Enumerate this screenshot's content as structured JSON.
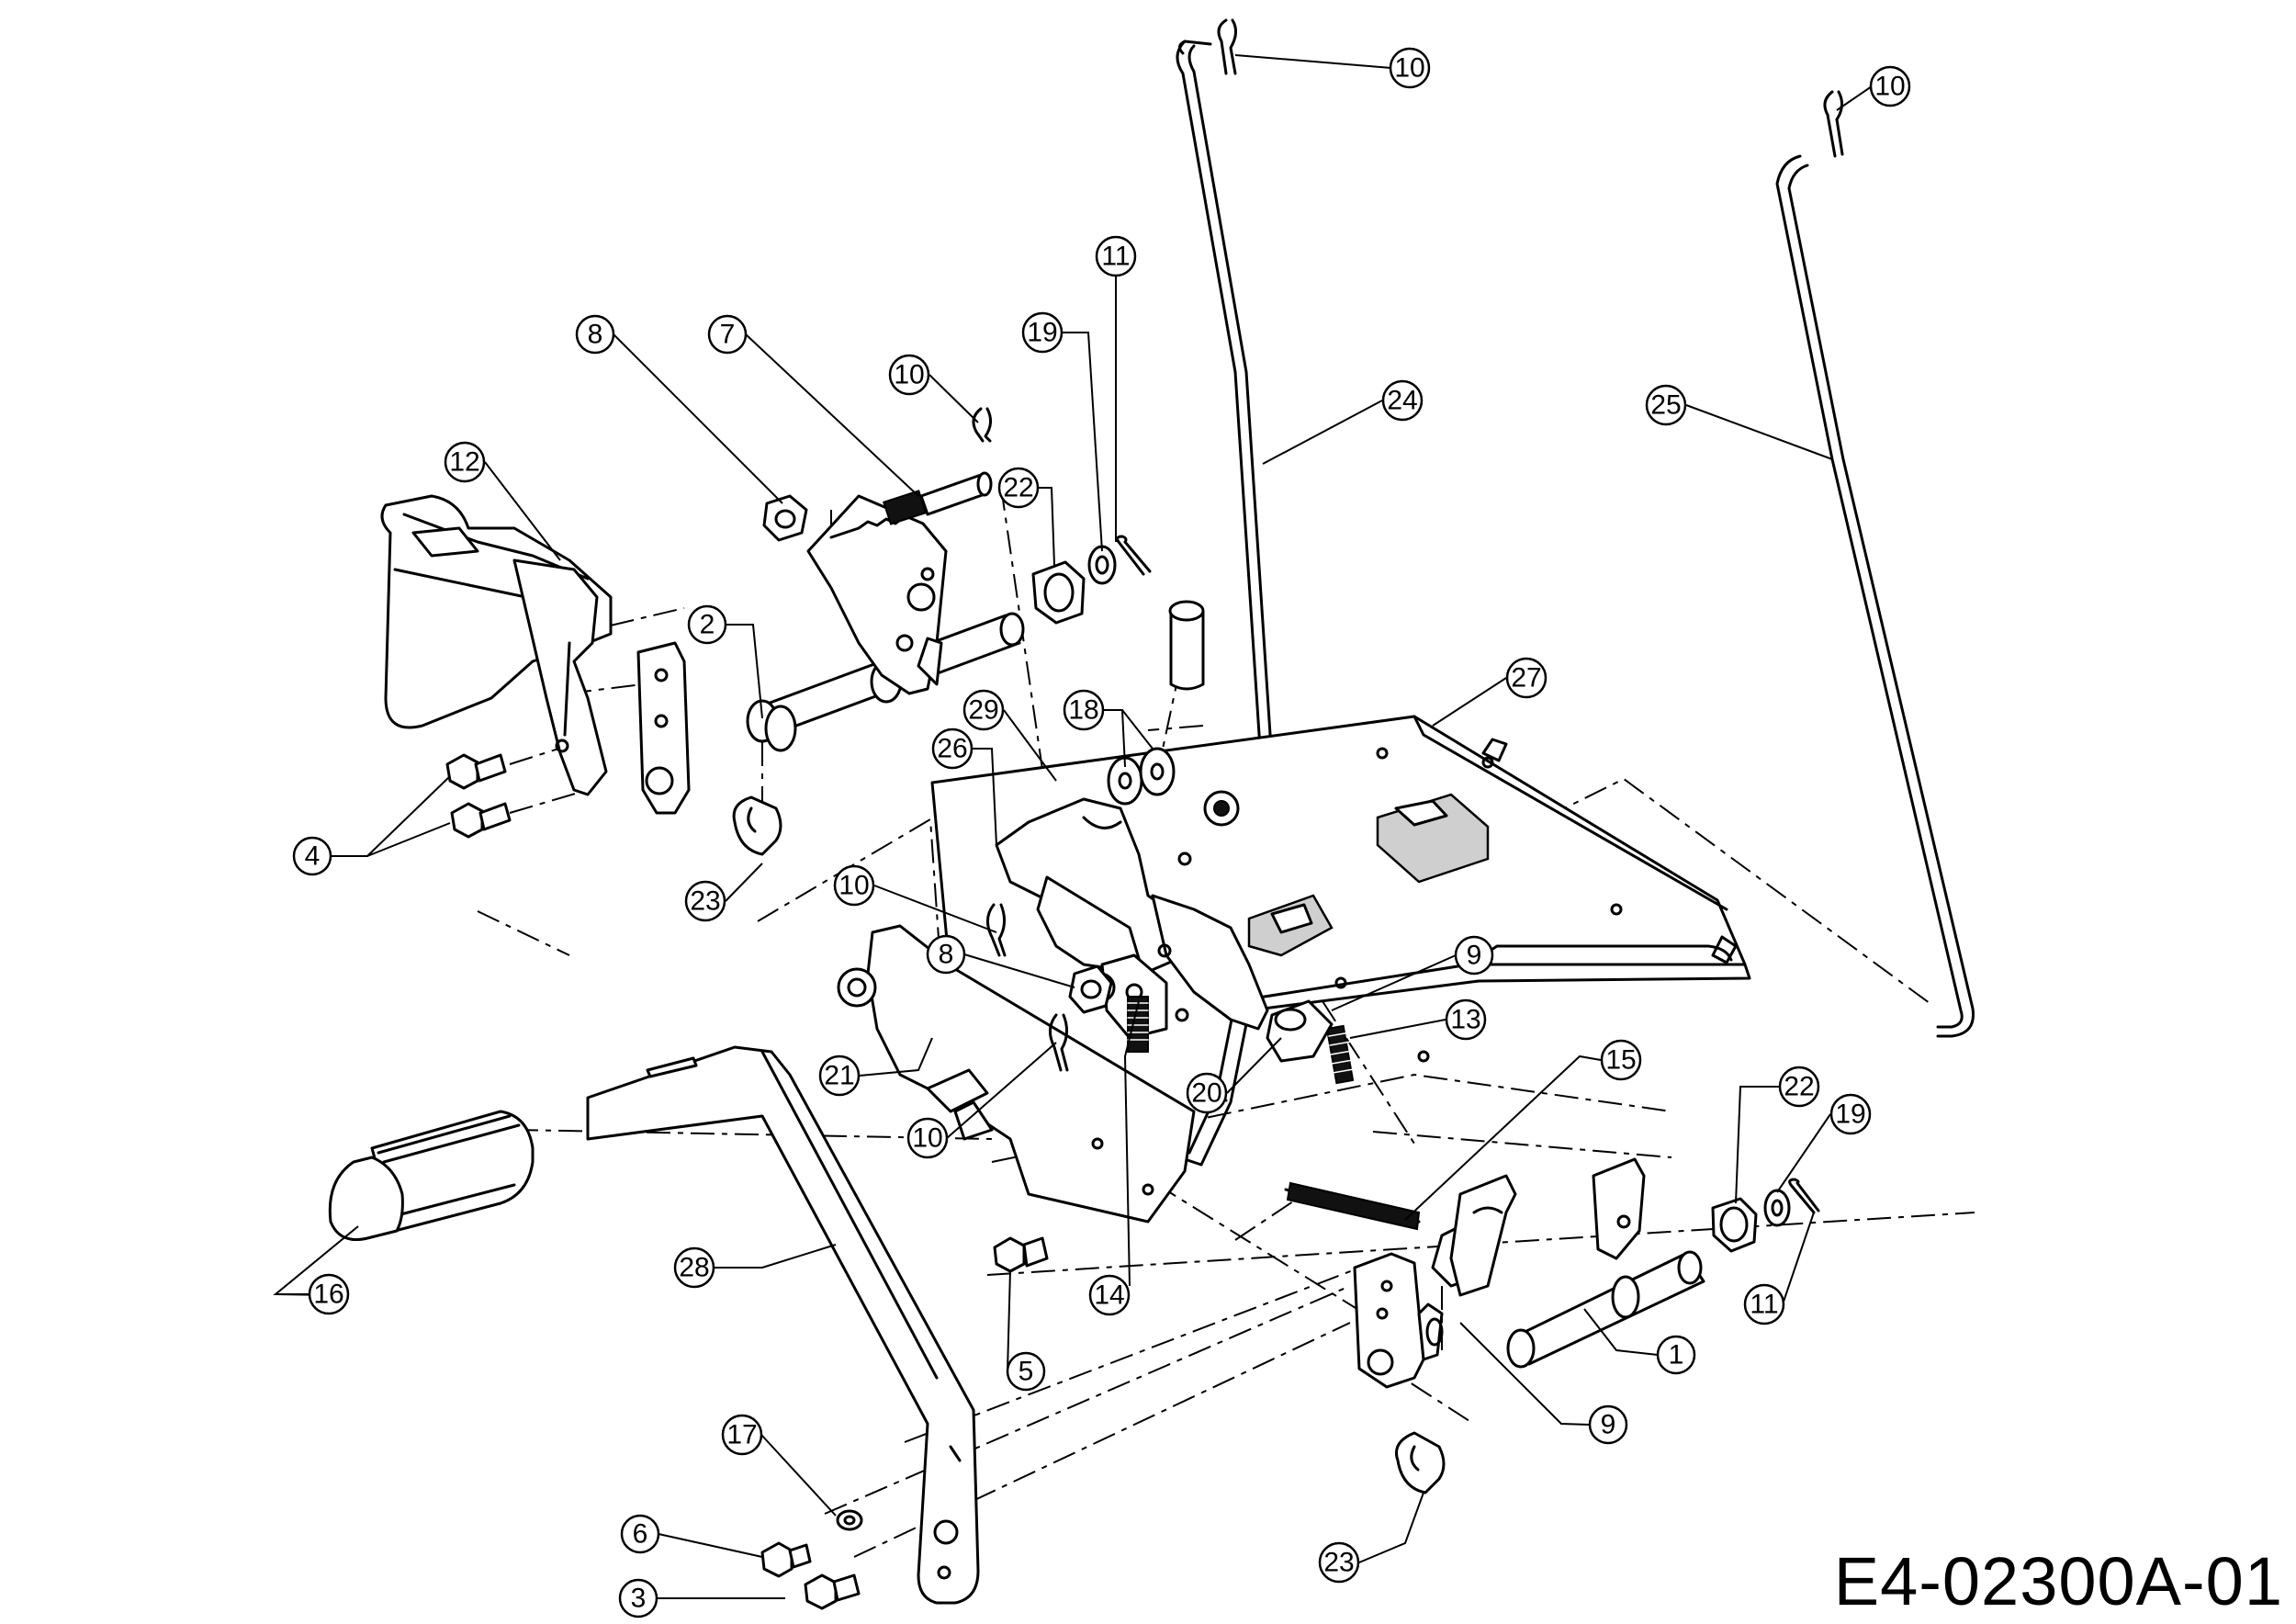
{
  "diagram_code": "E4-02300A-01",
  "callouts": [
    {
      "id": "c1",
      "label": "1"
    },
    {
      "id": "c2",
      "label": "2"
    },
    {
      "id": "c3",
      "label": "3"
    },
    {
      "id": "c4",
      "label": "4"
    },
    {
      "id": "c5",
      "label": "5"
    },
    {
      "id": "c6",
      "label": "6"
    },
    {
      "id": "c7",
      "label": "7"
    },
    {
      "id": "c8a",
      "label": "8"
    },
    {
      "id": "c8b",
      "label": "8"
    },
    {
      "id": "c9a",
      "label": "9"
    },
    {
      "id": "c9b",
      "label": "9"
    },
    {
      "id": "c10a",
      "label": "10"
    },
    {
      "id": "c10b",
      "label": "10"
    },
    {
      "id": "c10c",
      "label": "10"
    },
    {
      "id": "c10d",
      "label": "10"
    },
    {
      "id": "c10e",
      "label": "10"
    },
    {
      "id": "c11a",
      "label": "11"
    },
    {
      "id": "c11b",
      "label": "11"
    },
    {
      "id": "c12",
      "label": "12"
    },
    {
      "id": "c13",
      "label": "13"
    },
    {
      "id": "c14",
      "label": "14"
    },
    {
      "id": "c15",
      "label": "15"
    },
    {
      "id": "c16",
      "label": "16"
    },
    {
      "id": "c17",
      "label": "17"
    },
    {
      "id": "c18",
      "label": "18"
    },
    {
      "id": "c19a",
      "label": "19"
    },
    {
      "id": "c19b",
      "label": "19"
    },
    {
      "id": "c20",
      "label": "20"
    },
    {
      "id": "c21",
      "label": "21"
    },
    {
      "id": "c22a",
      "label": "22"
    },
    {
      "id": "c22b",
      "label": "22"
    },
    {
      "id": "c23a",
      "label": "23"
    },
    {
      "id": "c23b",
      "label": "23"
    },
    {
      "id": "c24",
      "label": "24"
    },
    {
      "id": "c25",
      "label": "25"
    },
    {
      "id": "c26",
      "label": "26"
    },
    {
      "id": "c27",
      "label": "27"
    },
    {
      "id": "c28",
      "label": "28"
    },
    {
      "id": "c29",
      "label": "29"
    }
  ]
}
